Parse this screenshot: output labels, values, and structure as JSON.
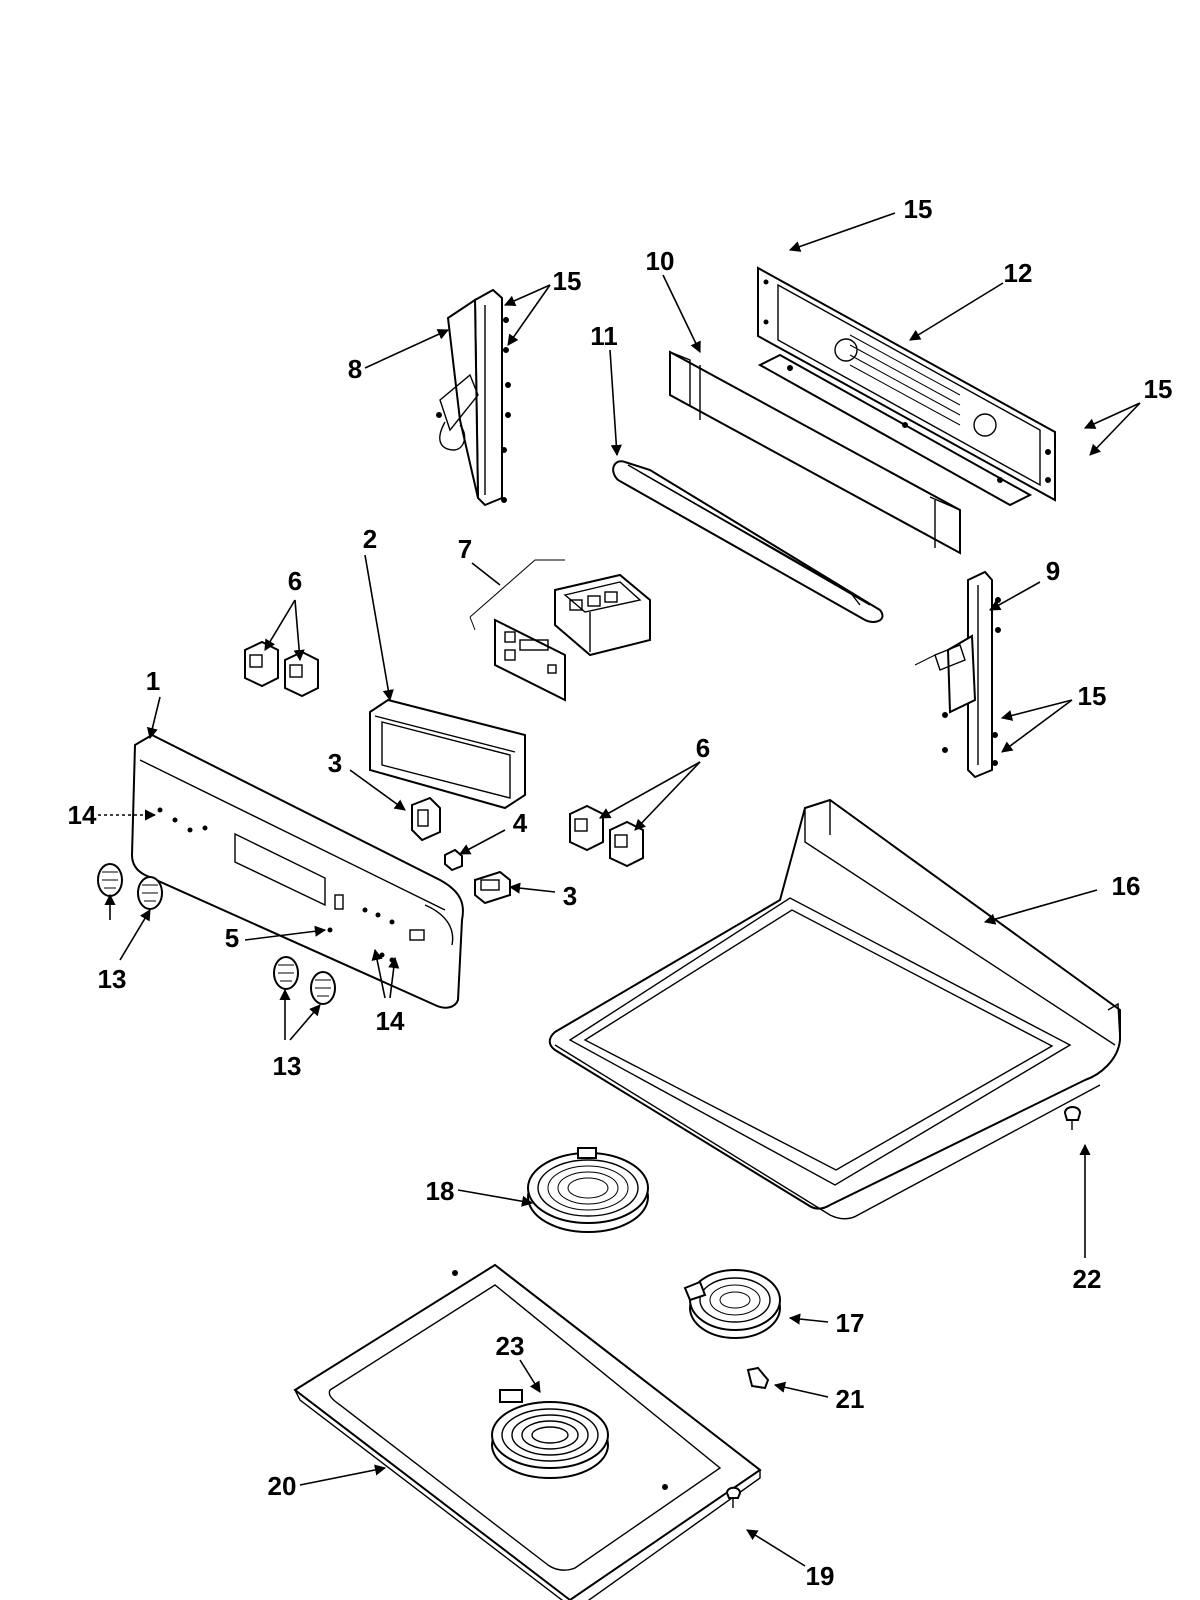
{
  "labels": {
    "p1": "1",
    "p2": "2",
    "p3a": "3",
    "p3b": "3",
    "p4": "4",
    "p5": "5",
    "p6a": "6",
    "p6b": "6",
    "p7": "7",
    "p8": "8",
    "p9": "9",
    "p10": "10",
    "p11": "11",
    "p12": "12",
    "p13a": "13",
    "p13b": "13",
    "p14a": "14",
    "p14b": "14",
    "p15a": "15",
    "p15b": "15",
    "p15c": "15",
    "p15d": "15",
    "p16": "16",
    "p17": "17",
    "p18": "18",
    "p19": "19",
    "p20": "20",
    "p21": "21",
    "p22": "22",
    "p23": "23"
  }
}
